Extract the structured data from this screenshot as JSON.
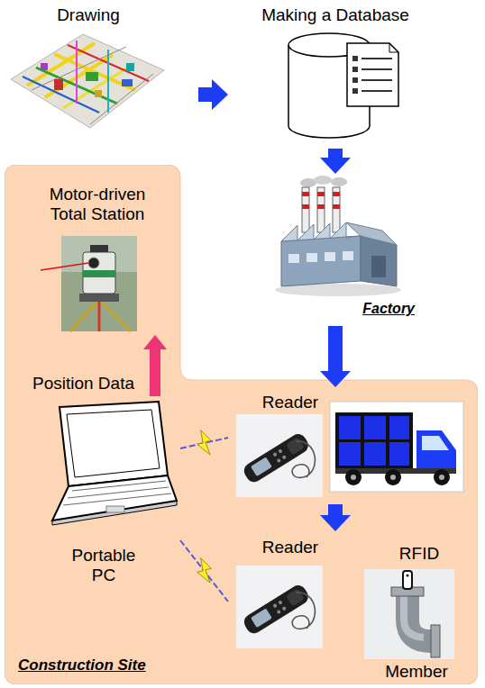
{
  "diagram": {
    "nodes": [
      {
        "text": [
          "Drawing"
        ]
      },
      {
        "text": [
          "Making a Database"
        ]
      },
      {
        "text": [
          "Factory"
        ]
      },
      {
        "text": [
          "Construction Site"
        ]
      },
      {
        "text": [
          "Motor-driven Total Station"
        ],
        "in": 3
      },
      {
        "text": [
          "Reader"
        ],
        "in": 3
      },
      {
        "text": [
          "Portable PC"
        ],
        "in": 3
      },
      {
        "text": [
          "Reader"
        ],
        "in": 3
      },
      {
        "text": [
          "RFID",
          "Member"
        ],
        "in": 3
      }
    ],
    "edges": [
      {
        "from": 0,
        "to": 1,
        "arrow": "to"
      },
      {
        "from": 1,
        "to": 2,
        "arrow": "to"
      },
      {
        "from": 2,
        "to": 5,
        "arrow": "to"
      },
      {
        "from": 6,
        "to": 4,
        "arrow": "to",
        "label": "Position Data"
      },
      {
        "from": 5,
        "to": 7,
        "arrow": "to"
      },
      {
        "from": 6,
        "to": 5,
        "arrow": "none"
      },
      {
        "from": 6,
        "to": 7,
        "arrow": "none"
      }
    ]
  }
}
